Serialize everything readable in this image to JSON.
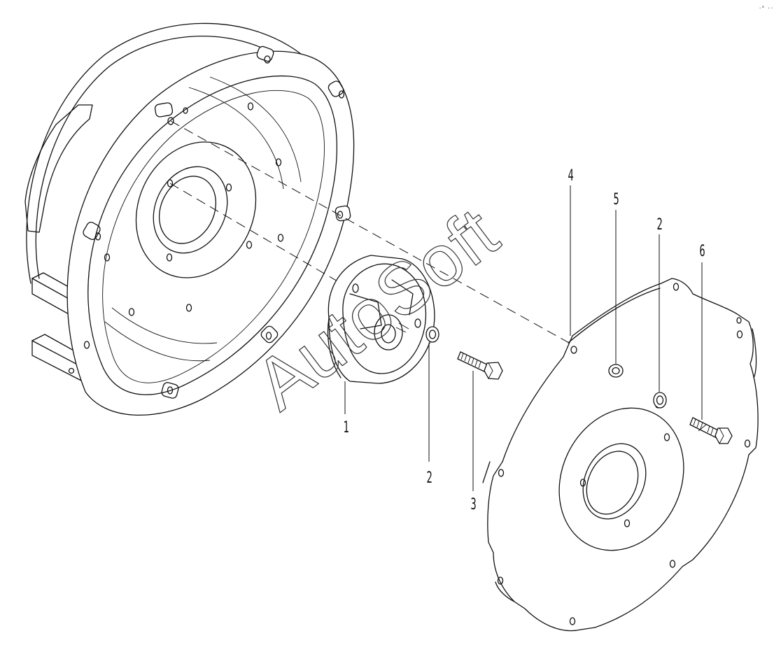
{
  "callouts": {
    "c1": "1",
    "c2a": "2",
    "c3": "3",
    "c4": "4",
    "c5": "5",
    "c2b": "2",
    "c6": "6"
  },
  "watermark": "AutoSoft",
  "corner_mark": "·° ···"
}
